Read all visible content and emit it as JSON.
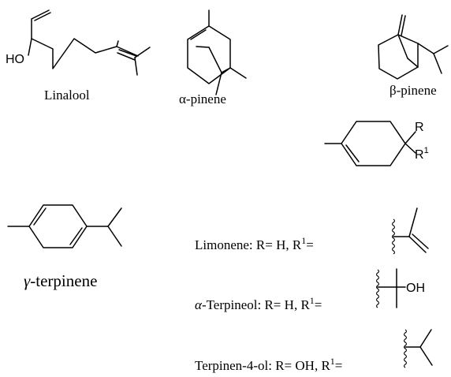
{
  "molecules": {
    "linalool": {
      "name": "Linalool",
      "atom_label": "HO"
    },
    "alpha_pinene": {
      "name": "α-pinene"
    },
    "beta_pinene": {
      "name": "β-pinene"
    },
    "core": {
      "r_label": "R",
      "r1_label": "R",
      "r1_superscript": "1"
    },
    "gamma_terpinene": {
      "name_symbol": "γ",
      "name_rest": "-terpinene"
    }
  },
  "derivatives": [
    {
      "name": "Limonene",
      "r_value": "H",
      "substituent_label": ""
    },
    {
      "name_symbol": "α",
      "name": "-Terpineol",
      "r_value": "H",
      "substituent_label": "OH"
    },
    {
      "name": "Terpinen-4-ol",
      "r_value": "OH",
      "substituent_label": ""
    }
  ],
  "text": {
    "r_prefix": ": R= ",
    "r1_prefix": ", R",
    "r1_sup": "1",
    "equals": "="
  }
}
